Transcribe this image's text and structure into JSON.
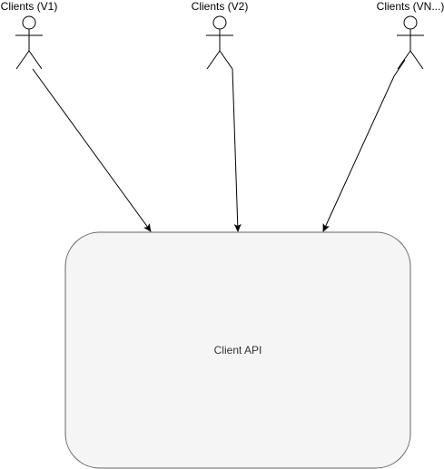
{
  "actors": [
    {
      "id": "v1",
      "label": "Clients (V1)"
    },
    {
      "id": "v2",
      "label": "Clients (V2)"
    },
    {
      "id": "vn",
      "label": "Clients (VN...)"
    }
  ],
  "api_box": {
    "label": "Client API",
    "fill": "#f5f5f5",
    "stroke": "#666666"
  },
  "colors": {
    "line": "#000000"
  }
}
